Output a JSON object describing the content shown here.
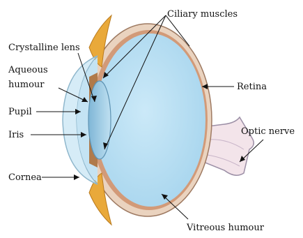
{
  "labels": {
    "ciliary_muscles": "Ciliary muscles",
    "crystalline_lens": "Crystalline lens",
    "aqueous_line1": "Aqueous",
    "aqueous_line2": "humour",
    "pupil": "Pupil",
    "iris": "Iris",
    "cornea": "Cornea",
    "retina": "Retina",
    "optic_nerve": "Optic nerve",
    "vitreous_humour": "Vitreous humour"
  },
  "colors": {
    "vitreous": "#b8dff2",
    "sclera": "#e8cdb8",
    "choroid": "#c98a66",
    "ciliary": "#e9a93a",
    "cornea": "#d8eef8",
    "lens": "#9fcbe3",
    "nerve": "#f3e4ea"
  }
}
